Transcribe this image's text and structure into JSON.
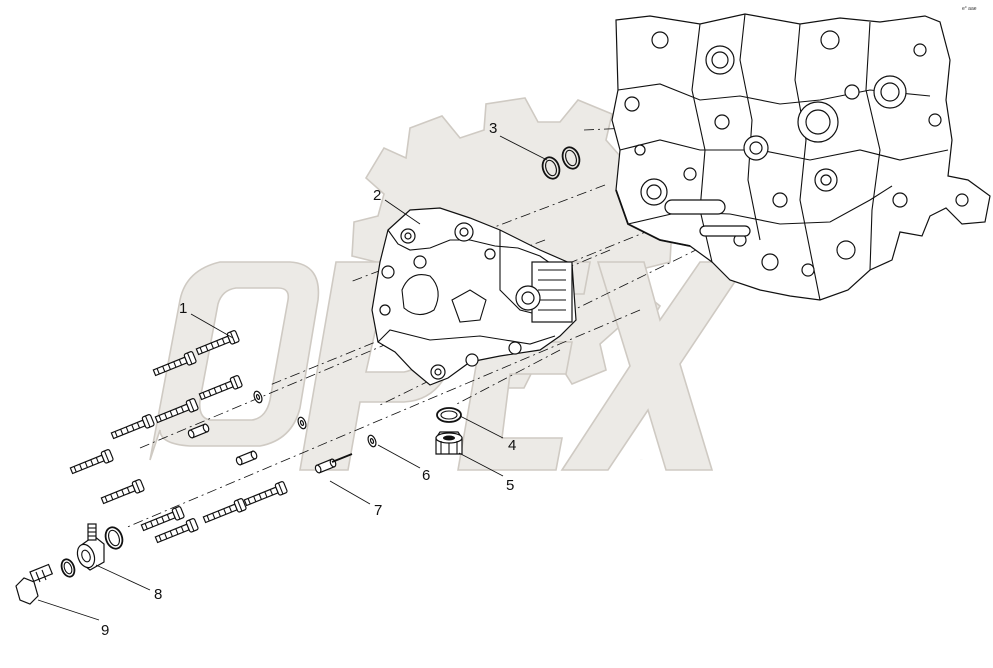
{
  "diagram": {
    "corner_code": "e° aae",
    "watermark_text": "OPEX",
    "callouts": [
      {
        "id": "1",
        "label": "1"
      },
      {
        "id": "2",
        "label": "2"
      },
      {
        "id": "3",
        "label": "3"
      },
      {
        "id": "4",
        "label": "4"
      },
      {
        "id": "5",
        "label": "5"
      },
      {
        "id": "6",
        "label": "6"
      },
      {
        "id": "7",
        "label": "7"
      },
      {
        "id": "8",
        "label": "8"
      },
      {
        "id": "9",
        "label": "9"
      }
    ]
  }
}
